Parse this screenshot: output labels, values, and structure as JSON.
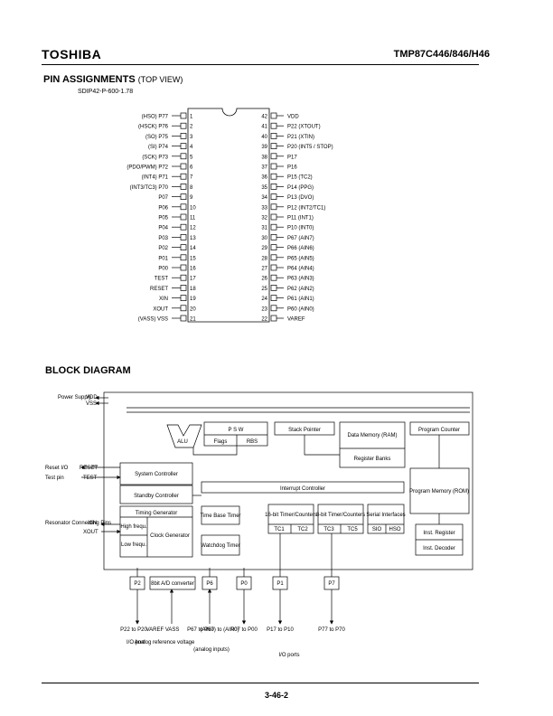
{
  "header": {
    "brand": "TOSHIBA",
    "part": "TMP87C446/846/H46"
  },
  "pin_section": {
    "title": "PIN ASSIGNMENTS",
    "subtitle": "(TOP VIEW)",
    "package": "SDIP42-P-600-1.78",
    "left_pins": [
      {
        "num": "1",
        "label": "(HSO) P77"
      },
      {
        "num": "2",
        "label": "(HSCK) P76"
      },
      {
        "num": "3",
        "label": "(SO) P75"
      },
      {
        "num": "4",
        "label": "(SI) P74"
      },
      {
        "num": "5",
        "label": "(SCK) P73"
      },
      {
        "num": "6",
        "label": "(PDO/PWM) P72"
      },
      {
        "num": "7",
        "label": "(INT4) P71"
      },
      {
        "num": "8",
        "label": "(INT3/TC3) P70"
      },
      {
        "num": "9",
        "label": "P07"
      },
      {
        "num": "10",
        "label": "P06"
      },
      {
        "num": "11",
        "label": "P05"
      },
      {
        "num": "12",
        "label": "P04"
      },
      {
        "num": "13",
        "label": "P03"
      },
      {
        "num": "14",
        "label": "P02"
      },
      {
        "num": "15",
        "label": "P01"
      },
      {
        "num": "16",
        "label": "P00"
      },
      {
        "num": "17",
        "label": "TEST"
      },
      {
        "num": "18",
        "label": "RESET"
      },
      {
        "num": "19",
        "label": "XIN"
      },
      {
        "num": "20",
        "label": "XOUT"
      },
      {
        "num": "21",
        "label": "(VASS) VSS"
      }
    ],
    "right_pins": [
      {
        "num": "42",
        "label": "VDD"
      },
      {
        "num": "41",
        "label": "P22 (XTOUT)"
      },
      {
        "num": "40",
        "label": "P21 (XTIN)"
      },
      {
        "num": "39",
        "label": "P20 (INT5 / STOP)"
      },
      {
        "num": "38",
        "label": "P17"
      },
      {
        "num": "37",
        "label": "P16"
      },
      {
        "num": "36",
        "label": "P15 (TC2)"
      },
      {
        "num": "35",
        "label": "P14 (PPG)"
      },
      {
        "num": "34",
        "label": "P13 (DVO)"
      },
      {
        "num": "33",
        "label": "P12 (INT2/TC1)"
      },
      {
        "num": "32",
        "label": "P11 (INT1)"
      },
      {
        "num": "31",
        "label": "P10 (INT0)"
      },
      {
        "num": "30",
        "label": "P67 (AIN7)"
      },
      {
        "num": "29",
        "label": "P66 (AIN6)"
      },
      {
        "num": "28",
        "label": "P65 (AIN5)"
      },
      {
        "num": "27",
        "label": "P64 (AIN4)"
      },
      {
        "num": "26",
        "label": "P63 (AIN3)"
      },
      {
        "num": "25",
        "label": "P62 (AIN2)"
      },
      {
        "num": "24",
        "label": "P61 (AIN1)"
      },
      {
        "num": "23",
        "label": "P60 (AIN0)"
      },
      {
        "num": "22",
        "label": "VAREF"
      }
    ]
  },
  "block_section": {
    "title": "BLOCK DIAGRAM",
    "power_supply": "Power Supply",
    "vdd": "VDD",
    "vss": "VSS",
    "reset_io": "Reset I/O",
    "reset_pin": "RESET",
    "test_pin": "Test pin",
    "test": "TEST",
    "resonator": "Resonator Connecting Pins",
    "xin": "XIN",
    "xout": "XOUT",
    "alu": "ALU",
    "psw": "P    S    W",
    "flags": "Flags",
    "rbs": "RBS",
    "stack_pointer": "Stack Pointer",
    "data_memory": "Data Memory (RAM)",
    "register_banks": "Register Banks",
    "program_counter": "Program Counter",
    "system_controller": "System Controller",
    "standby_controller": "Standby Controller",
    "interrupt_controller": "Interrupt Controller",
    "program_memory": "Program Memory (ROM)",
    "timing_generator": "Timing Generator",
    "high_frequ": "High frequ.",
    "low_frequ": "Low frequ.",
    "clock_generator": "Clock Generator",
    "time_base_timer": "Time Base Timer",
    "watchdog_timer": "Watchdog Timer",
    "timer16": "16-bit Timer/Counters",
    "tc1": "TC1",
    "tc2": "TC2",
    "timer8": "8-bit Timer/Counters",
    "tc3": "TC3",
    "tc5": "TC5",
    "serial": "Serial Interfaces",
    "sio": "SIO",
    "hso": "HSO",
    "inst_register": "Inst. Register",
    "inst_decoder": "Inst. Decoder",
    "p2": "P2",
    "adc": "8bit A/D converter",
    "p6": "P6",
    "p0": "P0",
    "p1": "P1",
    "p7": "P7",
    "lbl_p2": "P22 to P20",
    "lbl_vref": "VAREF VASS",
    "lbl_p6": "P67 to P60",
    "lbl_ain": "(AIN7) to (AIN0)",
    "lbl_p0": "P07 to P00",
    "lbl_p1": "P17 to P10",
    "lbl_p7": "P77 to P70",
    "io_port": "I/O port",
    "analog_ref": "Analog reference voltage",
    "analog_inputs": "(analog inputs)",
    "io_ports": "I/O ports"
  },
  "footer": {
    "page": "3-46-2"
  }
}
